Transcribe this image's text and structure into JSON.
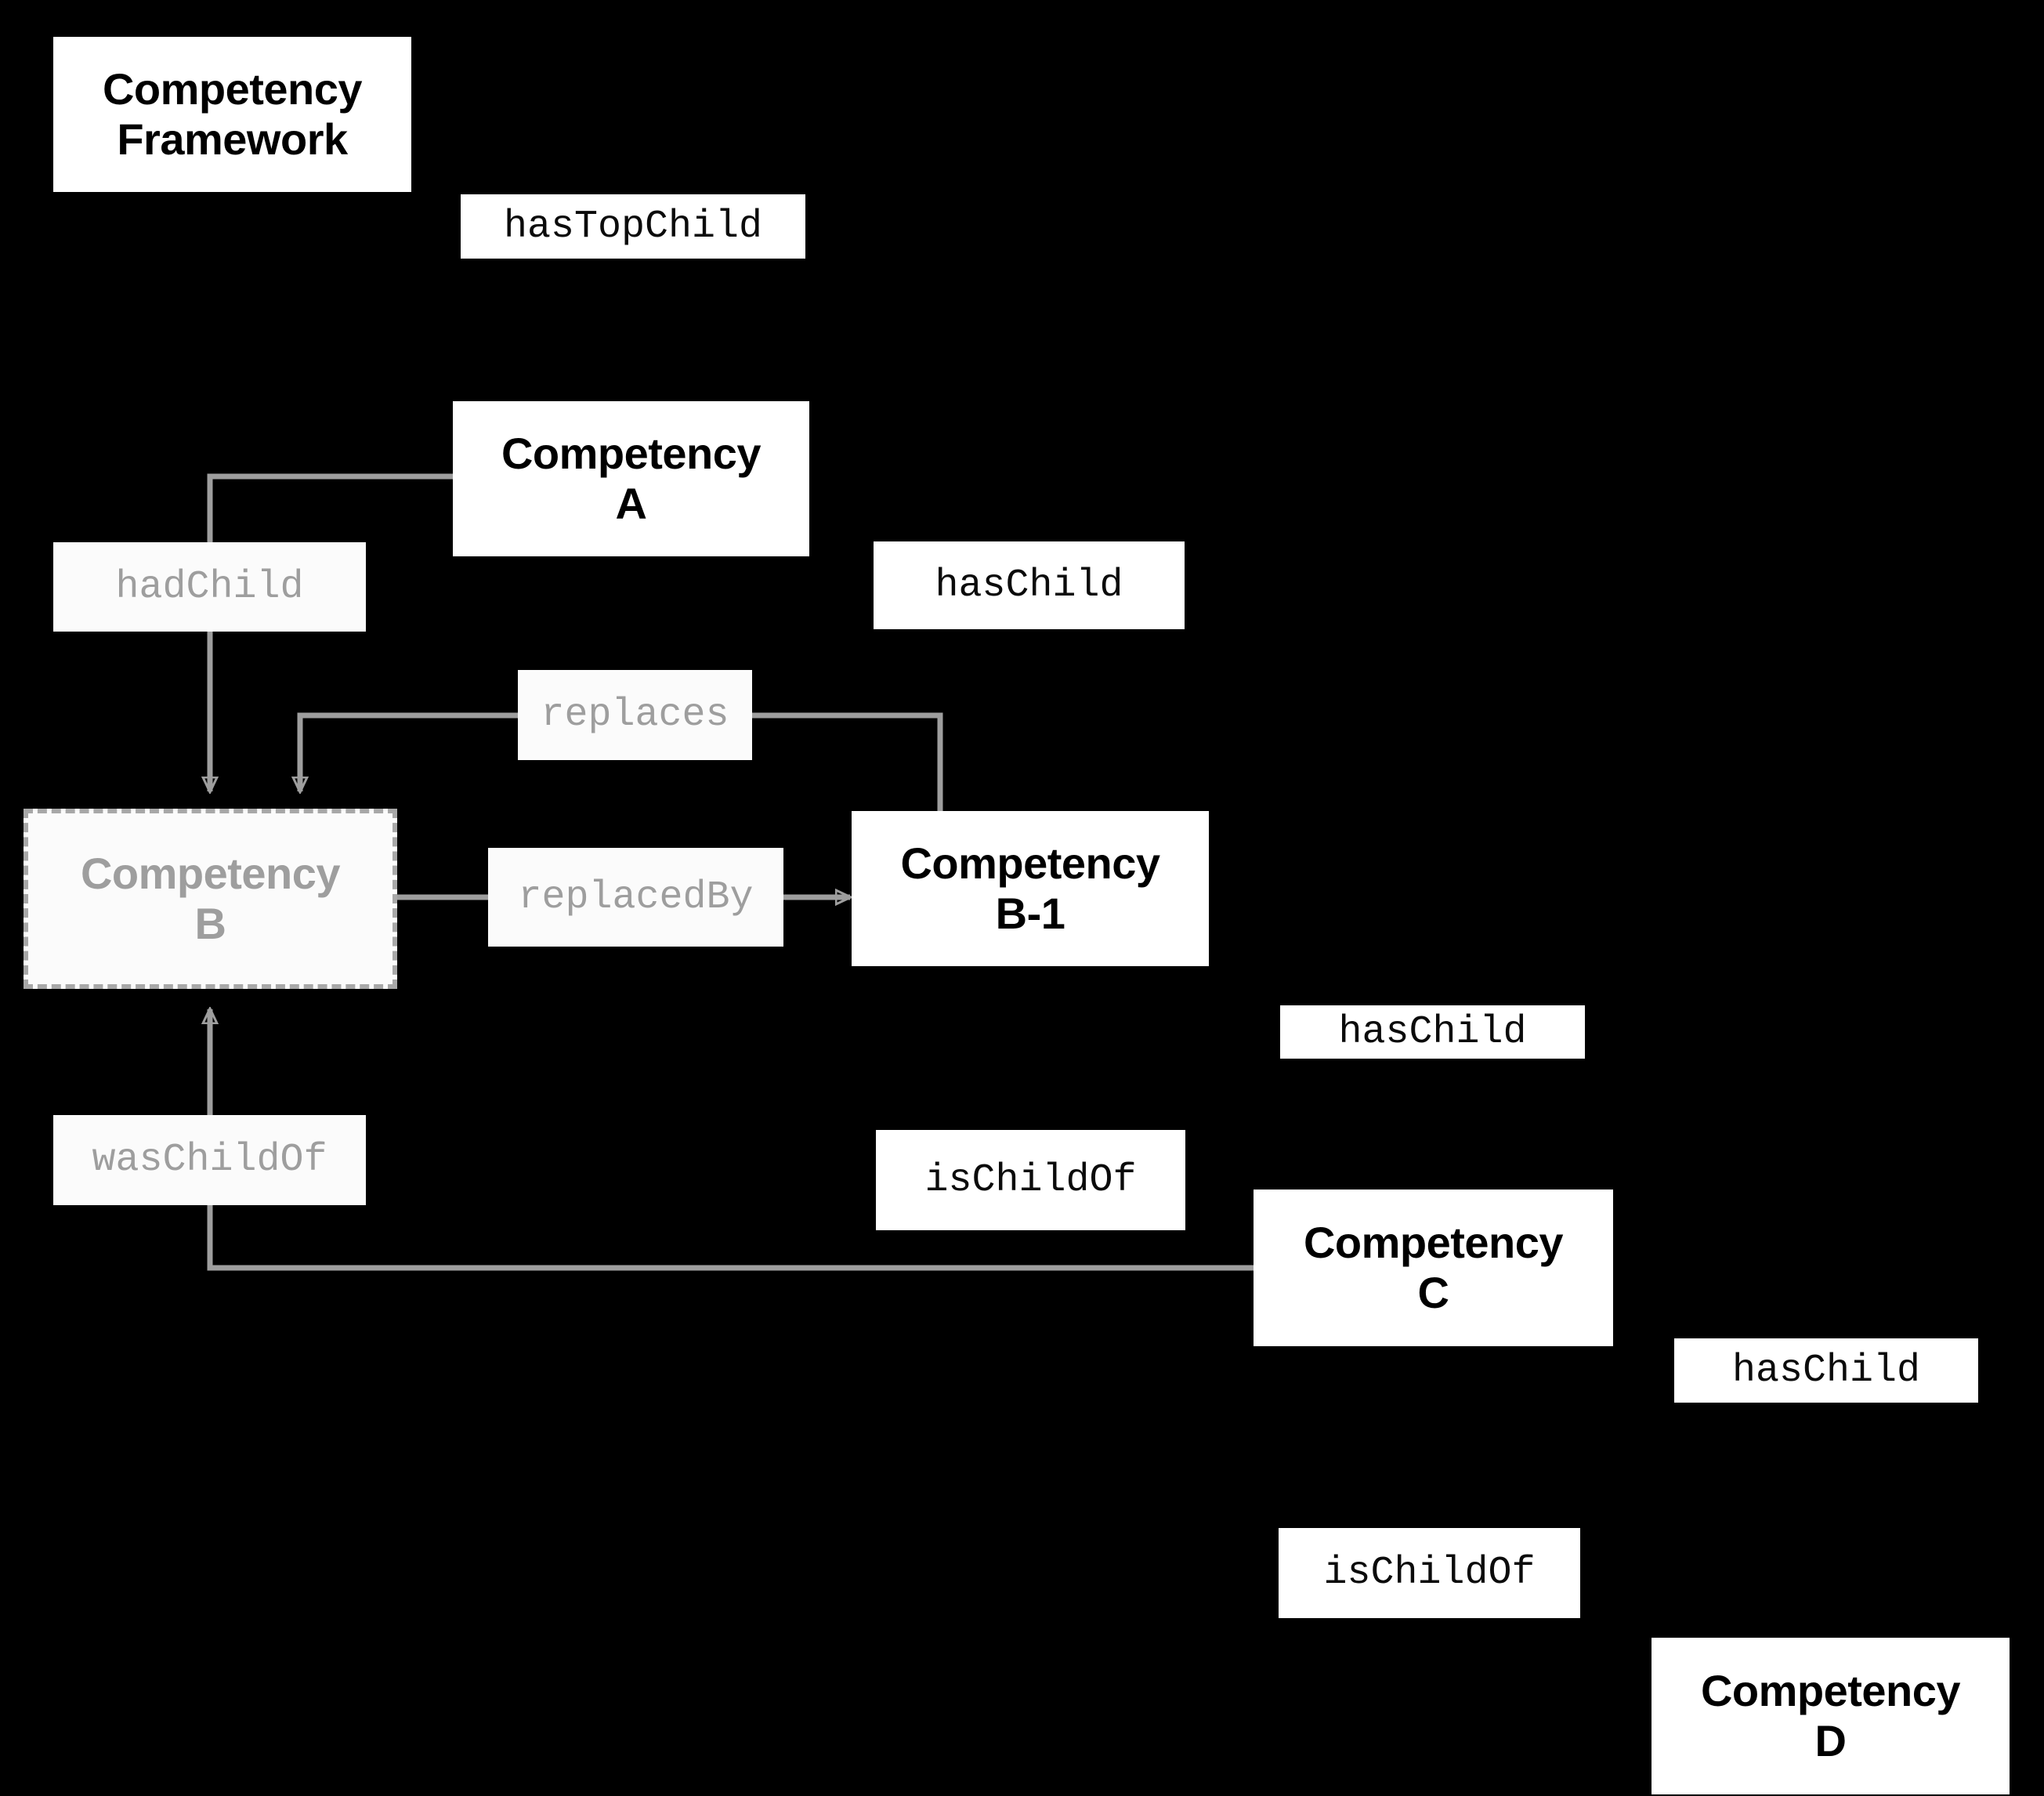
{
  "diagram": {
    "title": "Competency Framework relationship diagram",
    "background_color": "#000000",
    "active_node_color": "#ffffff",
    "deprecated_node_color": "#9e9e9e",
    "edge_color_current": "#000000",
    "edge_color_historic": "#9e9e9e"
  },
  "nodes": [
    {
      "id": "framework",
      "label_line1": "Competency",
      "label_line2": "Framework",
      "state": "active"
    },
    {
      "id": "compA",
      "label_line1": "Competency",
      "label_line2": "A",
      "state": "active"
    },
    {
      "id": "compB",
      "label_line1": "Competency",
      "label_line2": "B",
      "state": "deprecated"
    },
    {
      "id": "compB1",
      "label_line1": "Competency",
      "label_line2": "B-1",
      "state": "active"
    },
    {
      "id": "compC",
      "label_line1": "Competency",
      "label_line2": "C",
      "state": "active"
    },
    {
      "id": "compD",
      "label_line1": "Competency",
      "label_line2": "D",
      "state": "active"
    }
  ],
  "edge_labels": [
    {
      "id": "hasTopChild",
      "text": "hasTopChild",
      "state": "current"
    },
    {
      "id": "hadChild",
      "text": "hadChild",
      "state": "historic"
    },
    {
      "id": "hasChild1",
      "text": "hasChild",
      "state": "current"
    },
    {
      "id": "replaces",
      "text": "replaces",
      "state": "historic"
    },
    {
      "id": "replacedBy",
      "text": "replacedBy",
      "state": "historic"
    },
    {
      "id": "hasChild2",
      "text": "hasChild",
      "state": "current"
    },
    {
      "id": "wasChildOf",
      "text": "wasChildOf",
      "state": "historic"
    },
    {
      "id": "isChildOf1",
      "text": "isChildOf",
      "state": "current"
    },
    {
      "id": "hasChild3",
      "text": "hasChild",
      "state": "current"
    },
    {
      "id": "isChildOf2",
      "text": "isChildOf",
      "state": "current"
    }
  ]
}
